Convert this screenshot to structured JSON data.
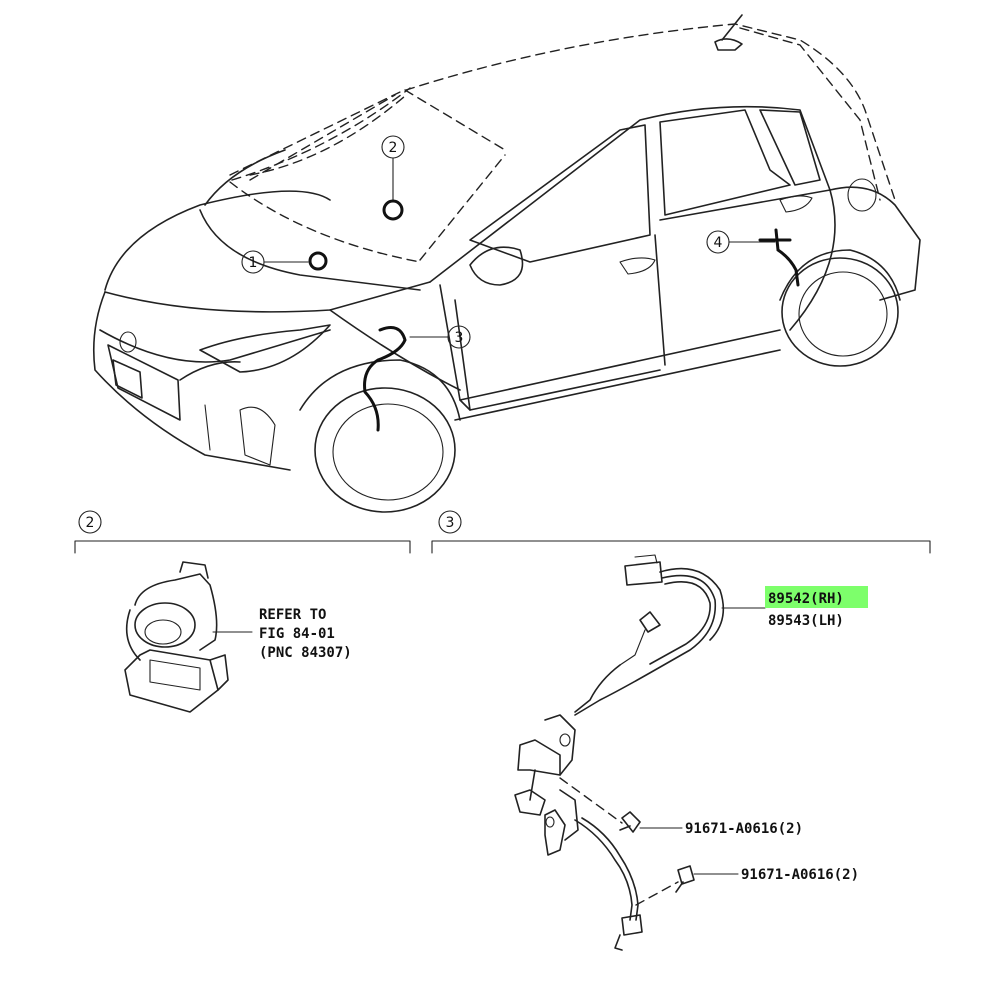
{
  "callouts": [
    "1",
    "2",
    "3",
    "4"
  ],
  "sections": [
    {
      "number": "2"
    },
    {
      "number": "3"
    }
  ],
  "refer_note": [
    "REFER TO",
    "FIG 84-01",
    "(PNC 84307)"
  ],
  "parts": {
    "sensor_rh": "89542(RH)",
    "sensor_lh": "89543(LH)",
    "bolt_upper": "91671-A0616(2)",
    "bolt_lower": "91671-A0616(2)"
  },
  "colors": {
    "highlight": "#7dff6b",
    "ink": "#222222"
  }
}
